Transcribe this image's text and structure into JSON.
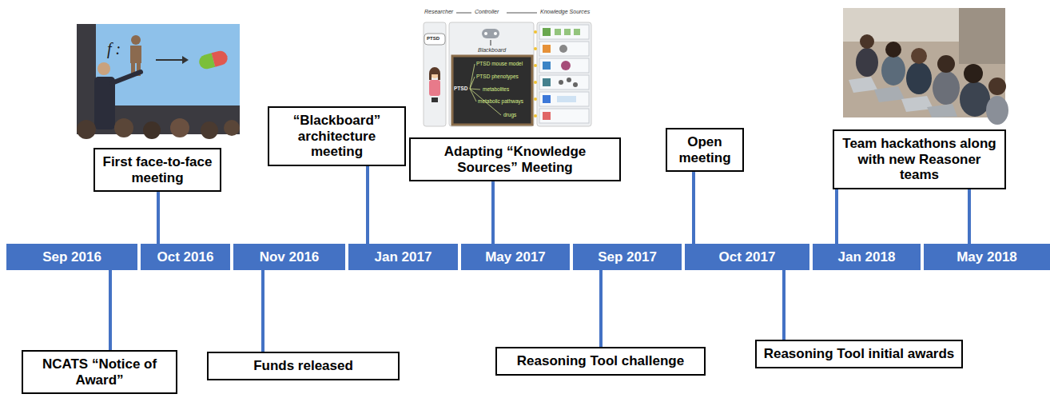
{
  "diagram": {
    "nodes": [
      {
        "text": [
          "First face-to-face meeting"
        ]
      },
      {
        "text": [
          "“Blackboard” architecture meeting"
        ]
      },
      {
        "text": [
          "Adapting “Knowledge Sources” Meeting"
        ]
      },
      {
        "text": [
          "Open meeting"
        ]
      },
      {
        "text": [
          "Team hackathons along with new Reasoner teams"
        ]
      },
      {
        "text": [
          "Sep 2016"
        ]
      },
      {
        "text": [
          "Oct 2016"
        ]
      },
      {
        "text": [
          "Nov 2016"
        ]
      },
      {
        "text": [
          "Jan 2017"
        ]
      },
      {
        "text": [
          "May 2017"
        ]
      },
      {
        "text": [
          "Sep 2017"
        ]
      },
      {
        "text": [
          "Oct 2017"
        ]
      },
      {
        "text": [
          "Jan 2018"
        ]
      },
      {
        "text": [
          "May 2018"
        ]
      },
      {
        "text": [
          "NCATS “Notice of Award”"
        ]
      },
      {
        "text": [
          "Funds released"
        ]
      },
      {
        "text": [
          "Reasoning Tool challenge"
        ]
      },
      {
        "text": [
          "Reasoning Tool initial awards"
        ]
      }
    ],
    "edges": [
      {
        "from": 0,
        "to": 6,
        "arrow": "none"
      },
      {
        "from": 1,
        "to": 8,
        "arrow": "none"
      },
      {
        "from": 2,
        "to": 9,
        "arrow": "none"
      },
      {
        "from": 3,
        "to": 11,
        "arrow": "none"
      },
      {
        "from": 4,
        "to": 12,
        "arrow": "none"
      },
      {
        "from": 4,
        "to": 13,
        "arrow": "none"
      },
      {
        "from": 14,
        "to": 5,
        "arrow": "none"
      },
      {
        "from": 15,
        "to": 7,
        "arrow": "none"
      },
      {
        "from": 16,
        "to": 10,
        "arrow": "none"
      },
      {
        "from": 17,
        "to": 11,
        "arrow": "none"
      }
    ],
    "labels": [
      "f :",
      "Researcher",
      "Controller",
      "Knowledge Sources",
      "Blackboard",
      "PTSD",
      "PTSD",
      "PTSD mouse model",
      "PTSD phenotypes",
      "metabolites",
      "metabolic pathways",
      "drugs"
    ]
  }
}
